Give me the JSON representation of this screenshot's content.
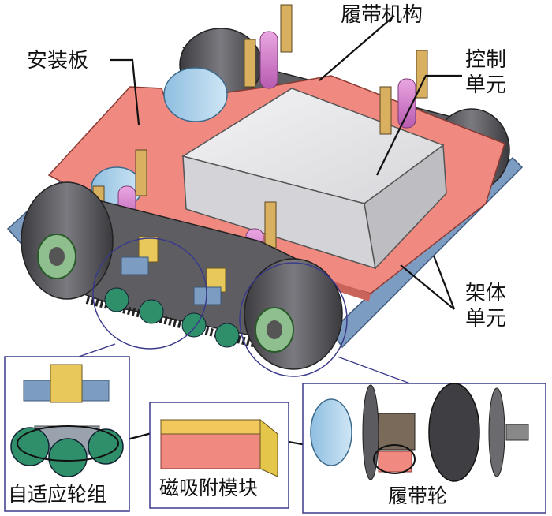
{
  "labels": {
    "track_mechanism": "履带机构",
    "mounting_plate": "安装板",
    "control_unit_line1": "控制",
    "control_unit_line2": "单元",
    "frame_unit_line1": "架体",
    "frame_unit_line2": "单元",
    "adaptive_wheel_group": "自适应轮组",
    "magnetic_module": "磁吸附模块",
    "track_wheel": "履带轮"
  },
  "colors": {
    "mounting_plate": "#f08a80",
    "control_box": "#e4e4e6",
    "track": "#5e5e62",
    "frame": "#7d9cc2",
    "magnet_top": "#f2c75c",
    "magnet_body": "#f08a80",
    "wheel_green": "#2f8f6a",
    "pink_shaft": "#d97dcf"
  }
}
